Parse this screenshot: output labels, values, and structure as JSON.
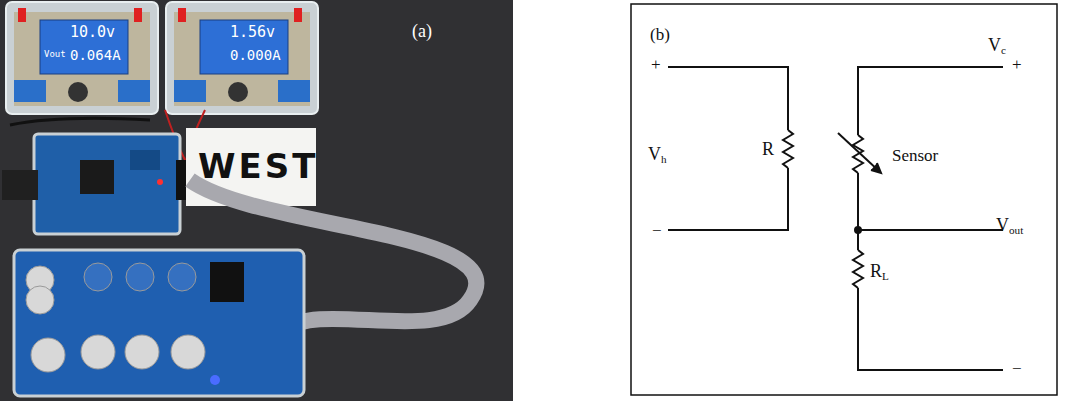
{
  "diagram": {
    "labels": [
      "(a)",
      "10.0v",
      "Vout",
      "0.064A",
      "1.56v",
      "0.000A",
      "WEST",
      "(b)",
      "Vc",
      "+",
      "+",
      "Vh",
      "R",
      "Sensor",
      "Vout",
      "−",
      "RL",
      "−"
    ]
  }
}
